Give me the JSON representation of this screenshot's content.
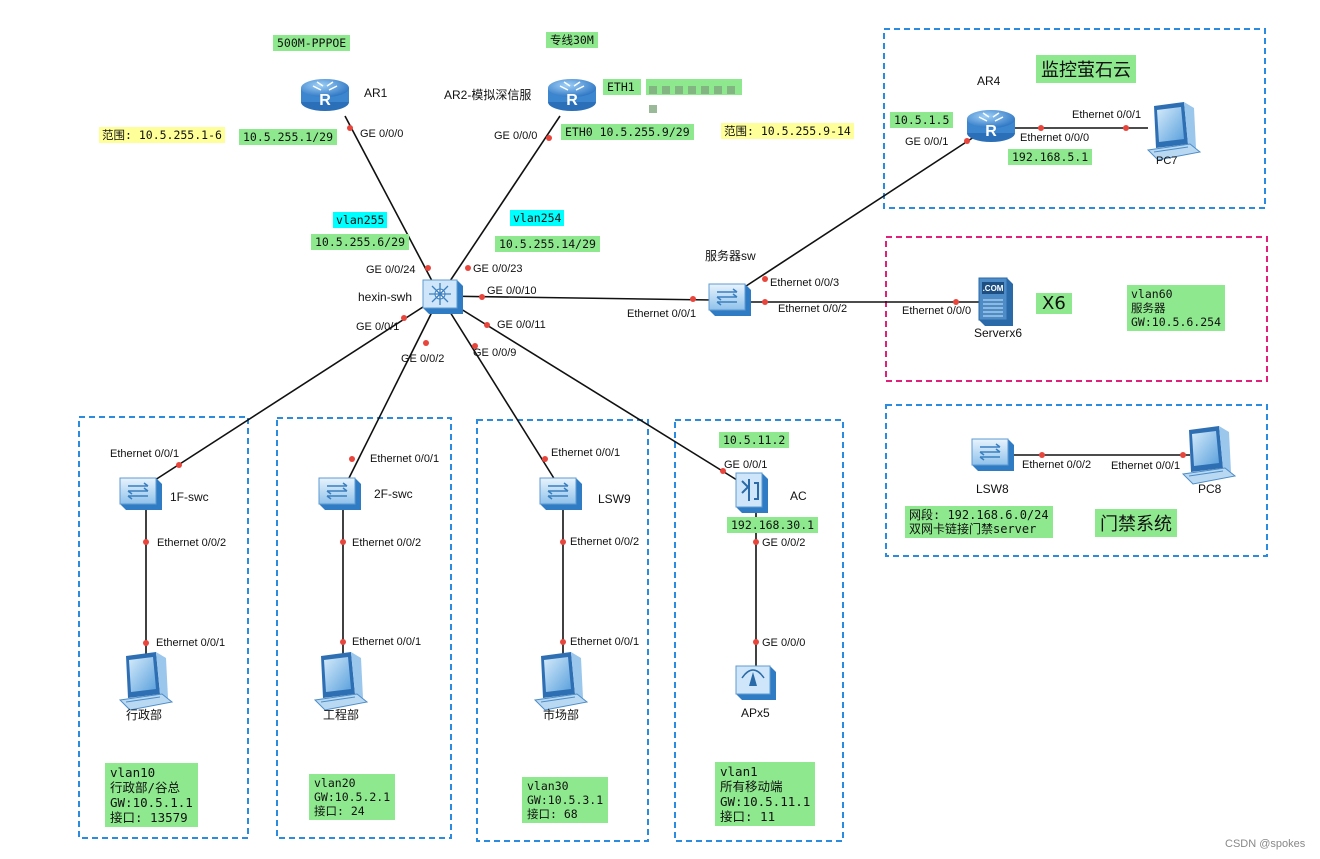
{
  "devices": {
    "ar1": "AR1",
    "ar2": "AR2-模拟深信服",
    "ar4": "AR4",
    "pc7": "PC7",
    "core": "hexin-swh",
    "server_sw": "服务器sw",
    "serverx6": "Serverx6",
    "x6_label": "X6",
    "swc1": "1F-swc",
    "swc2": "2F-swc",
    "lsw9": "LSW9",
    "ac": "AC",
    "pc_admin": "行政部",
    "pc_eng": "工程部",
    "pc_market": "市场部",
    "ap": "APx5",
    "lsw8": "LSW8",
    "pc8": "PC8"
  },
  "ports": {
    "ar1_ge000": "GE 0/0/0",
    "ar2_ge000": "GE 0/0/0",
    "core_ge0024": "GE 0/0/24",
    "core_ge0023": "GE 0/0/23",
    "core_ge0010": "GE 0/0/10",
    "core_ge0011": "GE 0/0/11",
    "core_ge001": "GE 0/0/1",
    "core_ge002": "GE 0/0/2",
    "core_ge009": "GE 0/0/9",
    "ar4_ge001": "GE 0/0/1",
    "ar4_eth000": "Ethernet 0/0/0",
    "pc7_eth001": "Ethernet 0/0/1",
    "ssw_eth001": "Ethernet 0/0/1",
    "ssw_eth003": "Ethernet 0/0/3",
    "ssw_eth002": "Ethernet 0/0/2",
    "srv_eth000": "Ethernet 0/0/0",
    "swc1_eth001": "Ethernet 0/0/1",
    "swc1_eth002": "Ethernet 0/0/2",
    "pcadmin_eth001": "Ethernet 0/0/1",
    "swc2_eth001": "Ethernet 0/0/1",
    "swc2_eth002": "Ethernet 0/0/2",
    "pceng_eth001": "Ethernet 0/0/1",
    "lsw9_eth001": "Ethernet 0/0/1",
    "lsw9_eth002": "Ethernet 0/0/2",
    "pcmkt_eth001": "Ethernet 0/0/1",
    "ac_ge001": "GE 0/0/1",
    "ac_ge002": "GE 0/0/2",
    "ap_ge000": "GE 0/0/0",
    "lsw8_eth002": "Ethernet 0/0/2",
    "pc8_eth001": "Ethernet 0/0/1"
  },
  "labels": {
    "ar1_link": "500M-PPPOE",
    "ar2_link": "专线30M",
    "eth1": "ETH1",
    "ar1_ip": "10.5.255.1/29",
    "ar2_ip": "ETH0 10.5.255.9/29",
    "range1": "范围: 10.5.255.1-6",
    "range2": "范围: 10.5.255.9-14",
    "vlan255": "vlan255",
    "vlan255_ip": "10.5.255.6/29",
    "vlan254": "vlan254",
    "vlan254_ip": "10.5.255.14/29",
    "ar4_wan_ip": "10.5.1.5",
    "ar4_lan_ip": "192.168.5.1",
    "monitor_title": "监控萤石云",
    "vlan60": "vlan60\n服务器\nGW:10.5.6.254",
    "ac_ip": "10.5.11.2",
    "ac_ip2": "192.168.30.1",
    "vlan10": "vlan10\n行政部/谷总\nGW:10.5.1.1\n接口: 13579",
    "vlan20": "vlan20\nGW:10.5.2.1\n接口: 24",
    "vlan30": "vlan30\nGW:10.5.3.1\n接口: 68",
    "vlan1": "vlan1\n所有移动端\nGW:10.5.11.1\n接口: 11",
    "door_net": "网段: 192.168.6.0/24\n双网卡链接门禁server",
    "door_title": "门禁系统"
  },
  "watermark": "CSDN @spokes",
  "colors": {
    "green_label": "#8ee88e",
    "yellow_label": "#ffff99",
    "cyan_label": "#00ffff",
    "dash_blue": "#2b8be0",
    "dash_pink": "#e0207a",
    "port_dot": "#e8453c"
  }
}
